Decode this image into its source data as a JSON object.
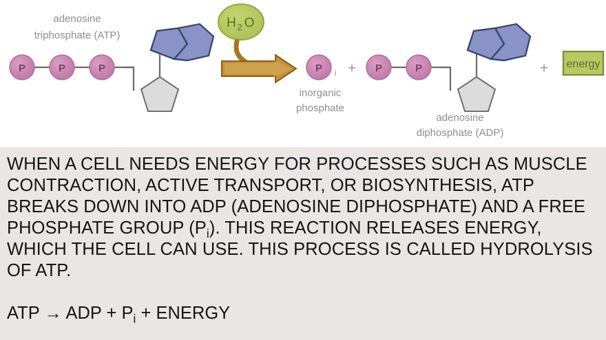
{
  "slide": {
    "background_color": "#e9e6e3",
    "diagram_background_color": "#ffffff"
  },
  "diagram": {
    "name": "atp-hydrolysis-diagram",
    "labels": {
      "atp_line1": "adenosine",
      "atp_line2": "triphosphate (ATP)",
      "water": "H",
      "water_sub": "2",
      "water_tail": "O",
      "pi_subscript": "i",
      "inorganic_line1": "inorganic",
      "inorganic_line2": "phosphate",
      "adp_line1": "adenosine",
      "adp_line2": "diphosphate (ADP)",
      "energy": "energy",
      "phosphate_glyph": "P",
      "plus_sign": "+"
    },
    "colors": {
      "phosphate_fill": "#c островcc",
      "phosphate": "#c87fb0",
      "phosphate_stroke": "#a8598f",
      "adenine": "#8a93c8",
      "adenine_stroke": "#3b4a6b",
      "ribose": "#d9d9d9",
      "ribose_stroke": "#6f6f6f",
      "water_bubble": "#b4c95c",
      "water_bubble_stroke": "#8ea341",
      "arrow": "#c08a2e",
      "arrow_stroke": "#8a5d16",
      "energy_box": "#b4c95c",
      "energy_box_stroke": "#7d8f3a",
      "label_text": "#8e8e8e",
      "bond_line": "#5a5a5a"
    },
    "atp_phosphate_count": 3,
    "adp_phosphate_count": 2
  },
  "body": {
    "paragraph": "WHEN A CELL NEEDS ENERGY FOR PROCESSES SUCH AS MUSCLE CONTRACTION, ACTIVE TRANSPORT, OR BIOSYNTHESIS, ATP BREAKS DOWN INTO ADP (ADENOSINE DIPHOSPHATE) AND A FREE PHOSPHATE GROUP (P",
    "paragraph_sub": "i",
    "paragraph_rest": "). THIS REACTION RELEASES ENERGY, WHICH THE CELL CAN USE. THIS PROCESS IS CALLED HYDROLYSIS OF ATP.",
    "formula_lead": "ATP → ADP + P",
    "formula_sub": "i",
    "formula_rest": " + ENERGY",
    "lines": [
      "WHEN A CELL NEEDS ENERGY FOR PROCESSES SUCH AS",
      "MUSCLE CONTRACTION, ACTIVE TRANSPORT, OR",
      "BIOSYNTHESIS, ATP BREAKS DOWN INTO ADP (ADENOSINE",
      "DIPHOSPHATE) AND A FREE PHOSPHATE GROUP (Pi). THIS",
      "REACTION RELEASES ENERGY, WHICH THE CELL CAN USE.",
      "THIS PROCESS IS CALLED HYDROLYSIS OF ATP.",
      "",
      "ATP → ADP + Pi + ENERGY"
    ]
  }
}
